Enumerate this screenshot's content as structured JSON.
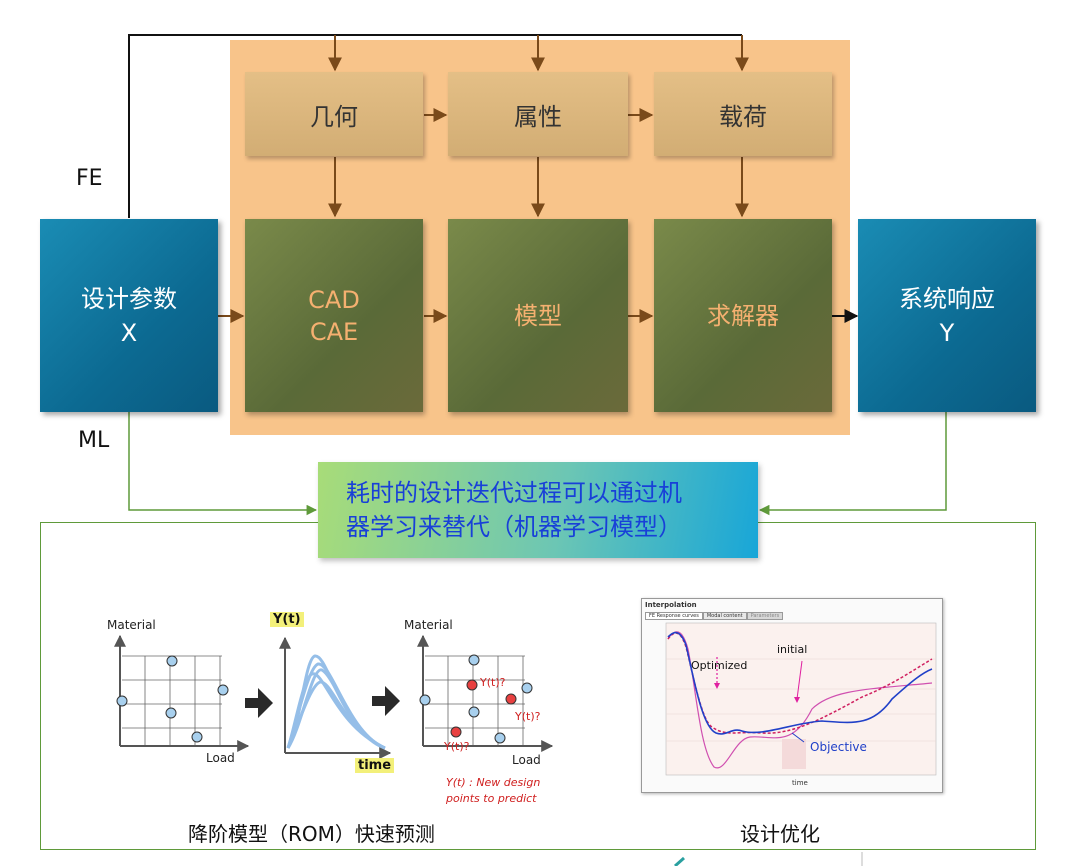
{
  "top": {
    "row1": [
      "几何",
      "属性",
      "载荷"
    ],
    "row2": {
      "cad": [
        "CAD",
        "CAE"
      ],
      "model": "模型",
      "solver": "求解器"
    },
    "input": {
      "line1": "设计参数",
      "line2": "X"
    },
    "output": {
      "line1": "系统响应",
      "line2": "Y"
    },
    "fe_label": "FE",
    "ml_label": "ML"
  },
  "callout": {
    "line1": "耗时的设计迭代过程可以通过机",
    "line2": "器学习来替代（机器学习模型）"
  },
  "rom": {
    "left_ylabel": "Material",
    "left_xlabel": "Load",
    "mid_ylabel": "Y(t)",
    "mid_xlabel": "time",
    "right_ylabel": "Material",
    "right_xlabel": "Load",
    "q1": "Y(t)?",
    "q2": "Y(t)?",
    "q3": "Y(t)?",
    "note_line1": "Y(t) : New design",
    "note_line2": "points to predict",
    "caption": "降阶模型（ROM）快速预测"
  },
  "opt": {
    "window_title": "Interpolation",
    "tabs": [
      "FE Response curves",
      "Modal content",
      "Parameters"
    ],
    "label_optimized": "Optimized",
    "label_initial": "initial",
    "label_objective": "Objective",
    "xaxis": "time",
    "caption": "设计优化"
  },
  "colors": {
    "orange_panel": "#f8c48a",
    "blue_box": "#0c6a92",
    "green_box": "#5a6a38",
    "frame_green": "#5f9a3a",
    "arrow_brown": "#7a4a1a",
    "callout_text": "#1840d8"
  }
}
